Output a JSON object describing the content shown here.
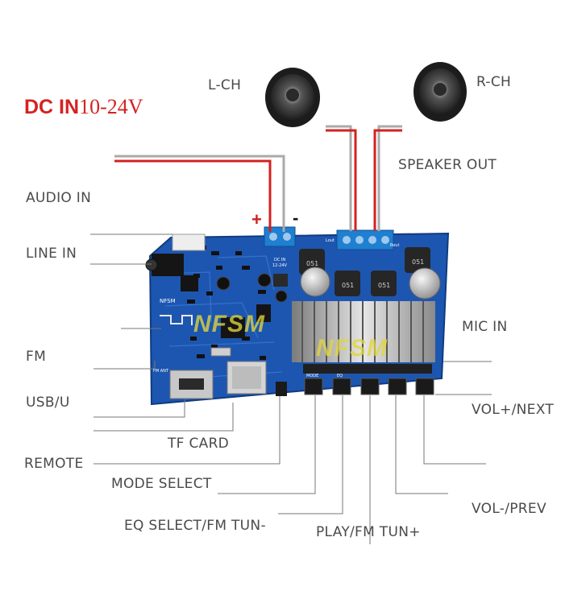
{
  "power": {
    "title_main": "DC IN",
    "title_range": "10-24V",
    "plus": "+",
    "minus": "-"
  },
  "speakers": {
    "left": "L-CH",
    "right": "R-CH",
    "out": "SPEAKER OUT"
  },
  "inputs": {
    "audio_in": "AUDIO IN",
    "line_in": "LINE IN",
    "fm": "FM",
    "usb": "USB/U",
    "remote": "REMOTE",
    "mic_in": "MIC IN"
  },
  "controls": {
    "tf_card": "TF CARD",
    "mode_select": "MODE SELECT",
    "eq_select": "EQ SELECT/FM TUN-",
    "play": "PLAY/FM TUN+",
    "vol_next": "VOL+/NEXT",
    "vol_prev": "VOL-/PREV"
  },
  "board": {
    "brand": "NFSM",
    "chip_marking": "051",
    "silk_mode": "MODE",
    "silk_eq": "EQ",
    "silk_fm_ant": "FM ANT",
    "silk_dc": "DC IN",
    "silk_volt": "12-24V",
    "silk_lout": "Lout",
    "silk_rout": "Rout"
  },
  "colors": {
    "pcb": "#1d56b0",
    "wire_red": "#d42020",
    "title_red": "#d42222",
    "label_gray": "#4a4a4a",
    "terminal": "#1f7fd0"
  }
}
